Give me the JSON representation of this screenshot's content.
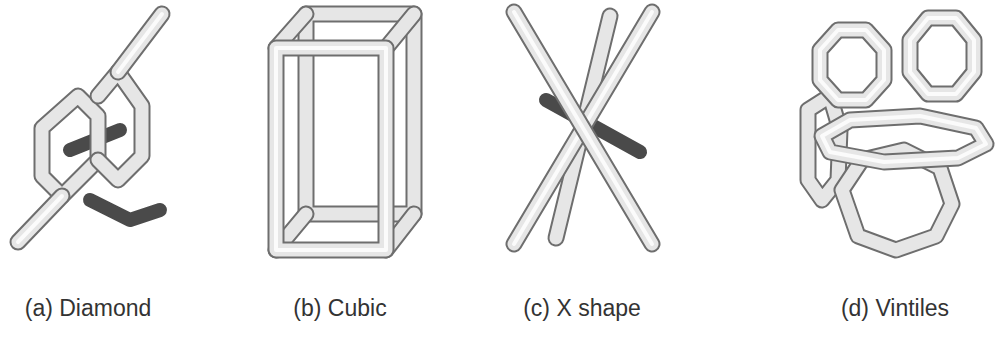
{
  "diagram": {
    "labels": [
      "(a) Diamond",
      "(b) Cubic",
      "(c) X shape",
      "(d) Vintiles"
    ]
  }
}
